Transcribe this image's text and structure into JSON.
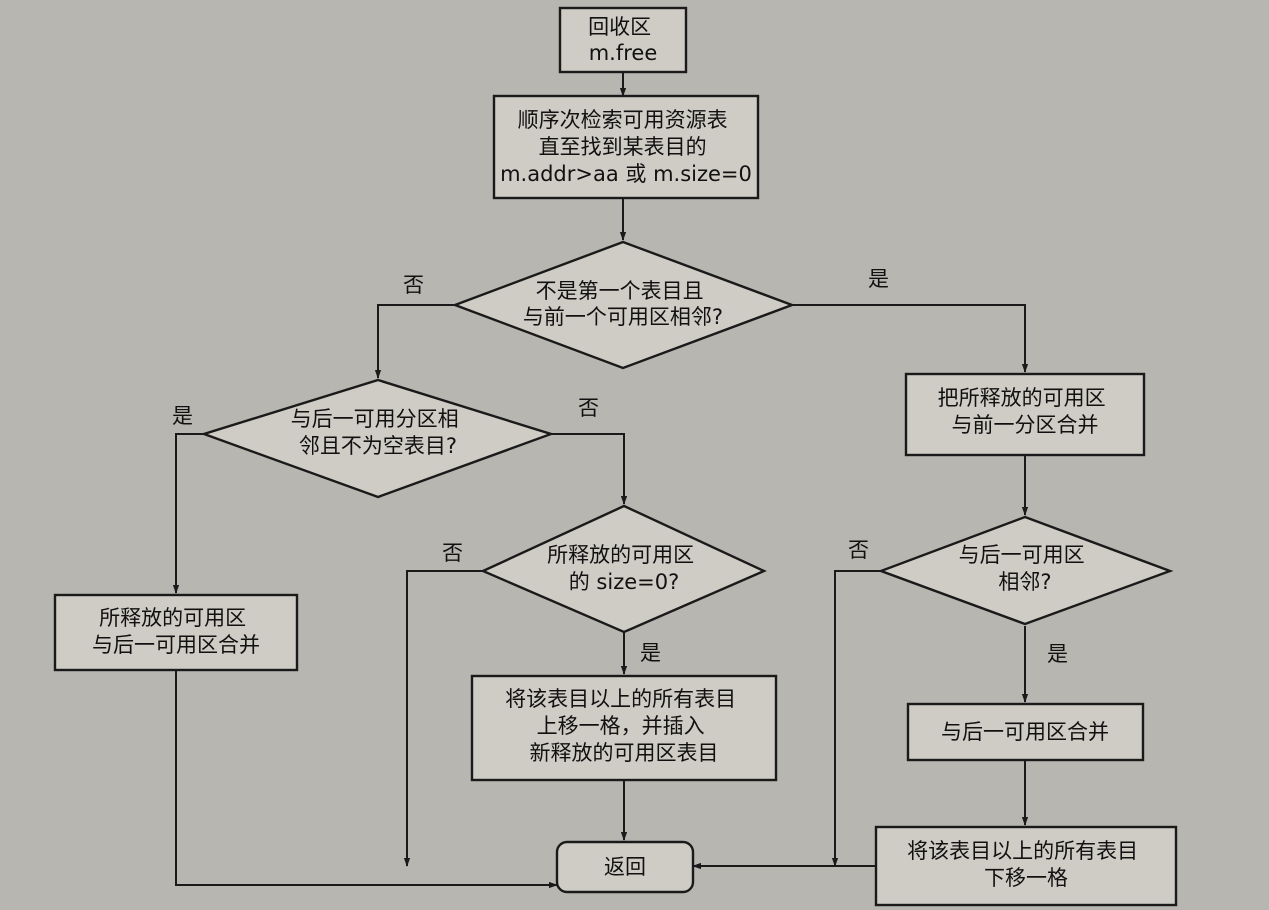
{
  "nodes": {
    "recycle": {
      "lines": [
        "回收区",
        "m.free"
      ]
    },
    "search": {
      "lines": [
        "顺序次检索可用资源表",
        "直至找到某表目的",
        "m.addr>aa 或 m.size=0"
      ]
    },
    "d_not_first": {
      "lines": [
        "不是第一个表目且",
        "与前一个可用区相邻?"
      ]
    },
    "merge_prev": {
      "lines": [
        "把所释放的可用区",
        "与前一分区合并"
      ]
    },
    "d_adjacent_next": {
      "lines": [
        "与后一可用分区相",
        "邻且不为空表目?"
      ]
    },
    "d_size_zero": {
      "lines": [
        "所释放的可用区",
        "的 size=0?"
      ]
    },
    "d_adjacent_next2": {
      "lines": [
        "与后一可用区",
        "相邻?"
      ]
    },
    "merge_next": {
      "lines": [
        "所释放的可用区",
        "与后一可用区合并"
      ]
    },
    "shift_up": {
      "lines": [
        "将该表目以上的所有表目",
        "上移一格，并插入",
        "新释放的可用区表目"
      ]
    },
    "merge_next2": {
      "lines": [
        "与后一可用区合并"
      ]
    },
    "shift_down": {
      "lines": [
        "将该表目以上的所有表目",
        "下移一格"
      ]
    },
    "return": {
      "lines": [
        "返回"
      ]
    }
  },
  "edge_labels": {
    "not_first_no": "否",
    "not_first_yes": "是",
    "adjacent_next_yes": "是",
    "adjacent_next_no": "否",
    "size_zero_no": "否",
    "size_zero_yes": "是",
    "adjacent_next2_no": "否",
    "adjacent_next2_yes": "是"
  }
}
